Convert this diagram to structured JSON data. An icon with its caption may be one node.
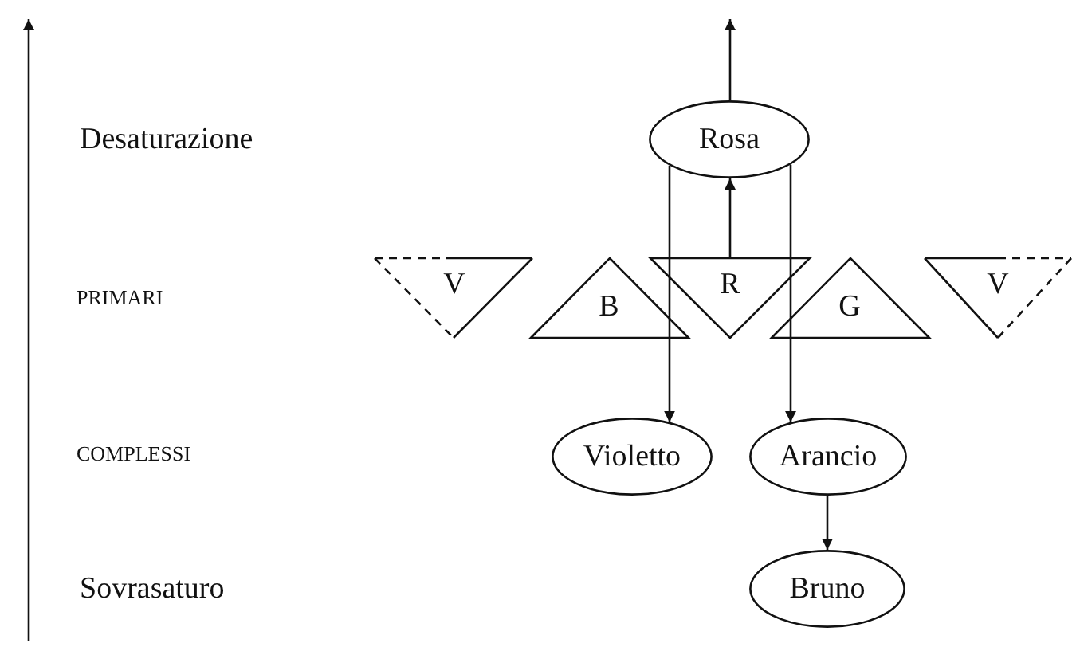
{
  "diagram": {
    "nodes": [
      {
        "text": [
          "Rosa"
        ]
      },
      {
        "text": [
          "V"
        ]
      },
      {
        "text": [
          "B"
        ]
      },
      {
        "text": [
          "R"
        ]
      },
      {
        "text": [
          "G"
        ]
      },
      {
        "text": [
          "V"
        ]
      },
      {
        "text": [
          "Violetto"
        ]
      },
      {
        "text": [
          "Arancio"
        ]
      },
      {
        "text": [
          "Bruno"
        ]
      }
    ],
    "edges": [
      {
        "from": 0,
        "to": null,
        "arrow": "to"
      },
      {
        "from": 3,
        "to": 0,
        "arrow": "to"
      },
      {
        "from": 0,
        "to": 6,
        "arrow": "to"
      },
      {
        "from": 0,
        "to": 7,
        "arrow": "to"
      },
      {
        "from": 7,
        "to": 8,
        "arrow": "to"
      }
    ],
    "labels": [
      "Desaturazione",
      "PRIMARI",
      "COMPLESSI",
      "Sovrasaturo"
    ]
  }
}
